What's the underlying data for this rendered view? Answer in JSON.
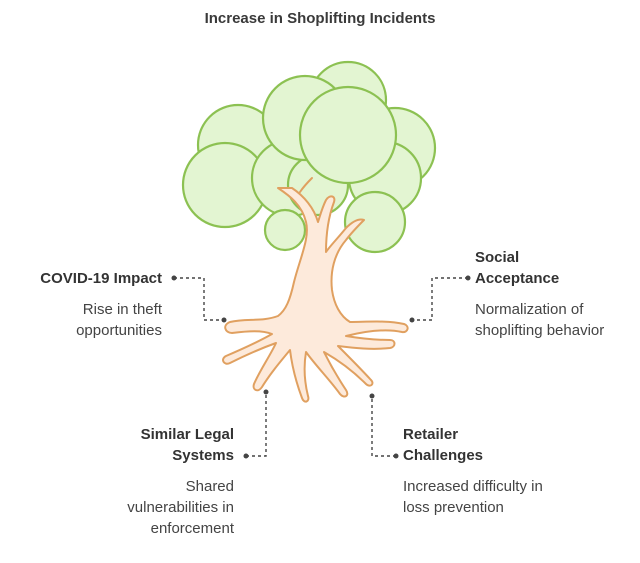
{
  "title": "Increase in Shoplifting Incidents",
  "nodes": {
    "covid": {
      "heading": "COVID-19 Impact",
      "description": "Rise in theft opportunities"
    },
    "social": {
      "heading": "Social Acceptance",
      "description": "Normalization of shoplifting behavior"
    },
    "legal": {
      "heading": "Similar Legal Systems",
      "description": "Shared vulnerabilities in enforcement"
    },
    "retail": {
      "heading": "Retailer Challenges",
      "description": "Increased difficulty in loss prevention"
    }
  },
  "colors": {
    "foliage_fill": "#e3f5d2",
    "foliage_stroke": "#8cc152",
    "trunk_fill": "#fdeadb",
    "trunk_stroke": "#e0a060",
    "connector": "#444444"
  }
}
